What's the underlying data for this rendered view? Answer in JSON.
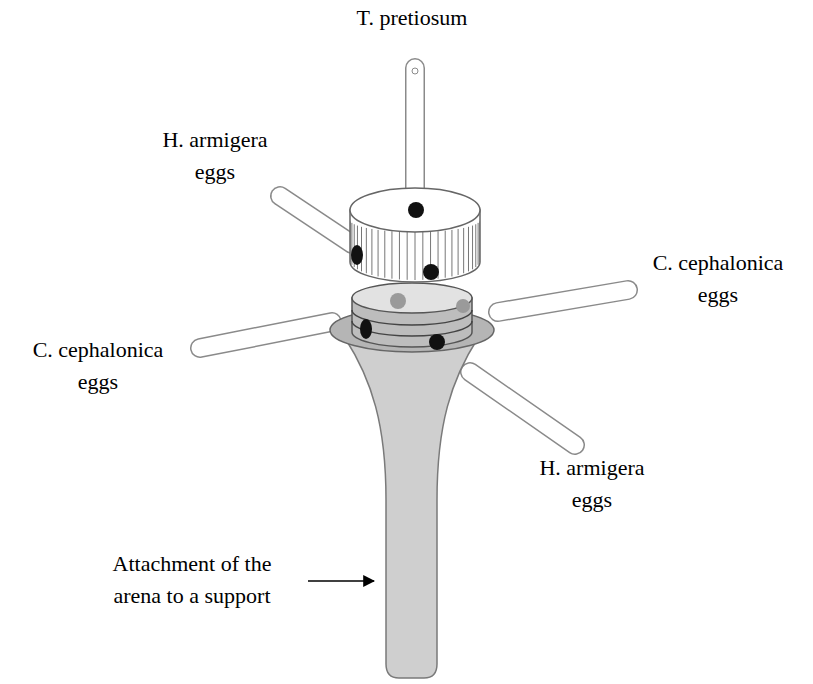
{
  "diagram": {
    "labels": [
      "T. pretiosum",
      "H. armigera eggs",
      "C. cephalonica eggs",
      "C. cephalonica eggs",
      "H. armigera eggs",
      "Attachment of the arena to a support"
    ]
  }
}
